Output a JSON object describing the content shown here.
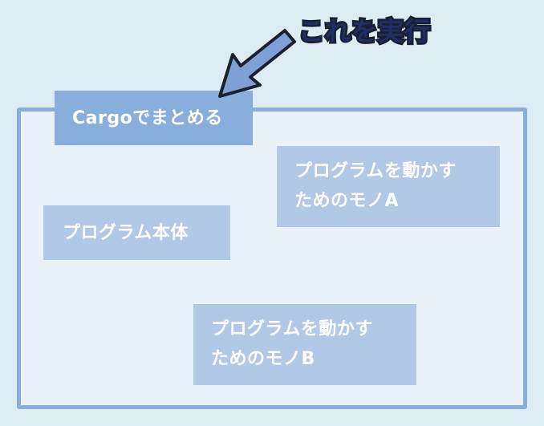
{
  "callout": {
    "text": "これを実行"
  },
  "container": {
    "label": "Cargoでまとめる"
  },
  "boxes": {
    "program_main": "プログラム本体",
    "helper_a_line1": "プログラムを動かす",
    "helper_a_line2": "ためのモノA",
    "helper_b_line1": "プログラムを動かす",
    "helper_b_line2": "ためのモノB"
  },
  "colors": {
    "background": "#dcecf2",
    "frame": "#8aaedb",
    "panel": "#e8f2f8",
    "box": "#b1c8e6",
    "arrow_fill": "#7fa0d4",
    "arrow_stroke": "#1b2030"
  }
}
